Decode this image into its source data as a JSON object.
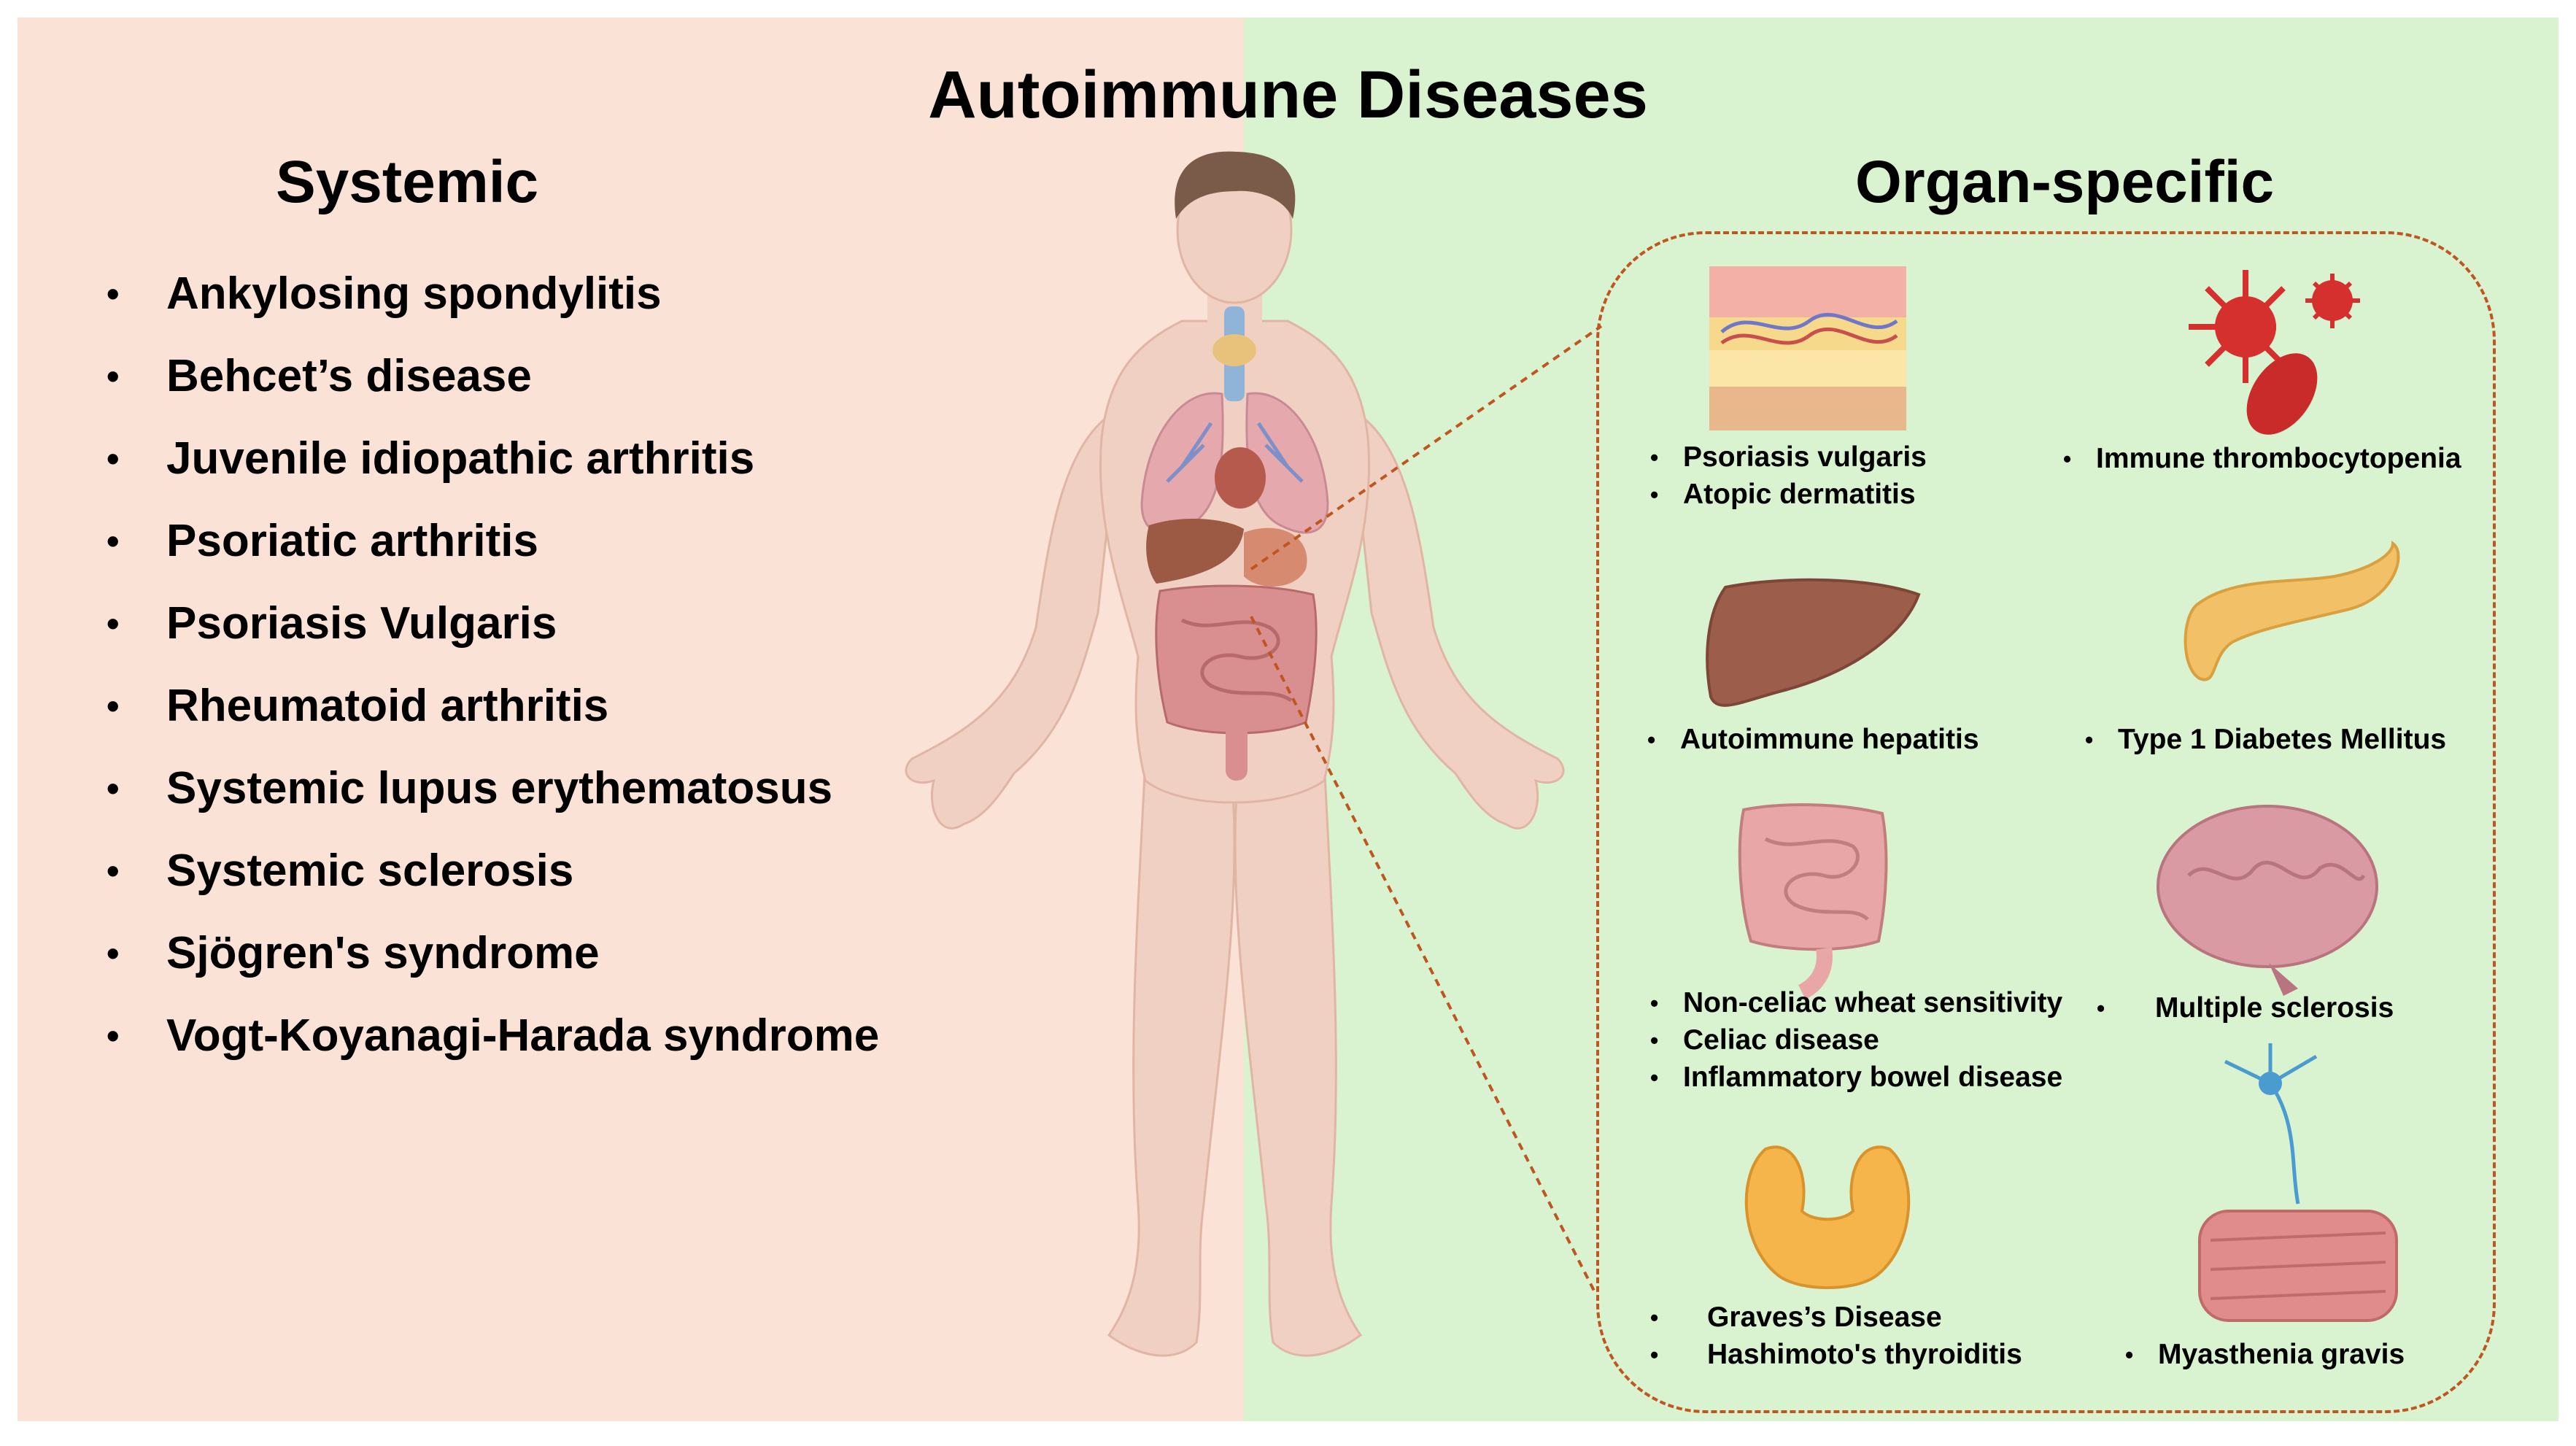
{
  "title": "Autoimmune Diseases",
  "systemic": {
    "heading": "Systemic",
    "items": [
      "Ankylosing spondylitis",
      "Behcet’s disease",
      "Juvenile idiopathic arthritis",
      "Psoriatic arthritis",
      "Psoriasis Vulgaris",
      "Rheumatoid arthritis",
      "Systemic lupus erythematosus",
      "Systemic sclerosis",
      "Sjögren's syndrome",
      "Vogt-Koyanagi-Harada syndrome"
    ]
  },
  "organ_specific": {
    "heading": "Organ-specific",
    "skin": [
      "Psoriasis vulgaris",
      "Atopic dermatitis"
    ],
    "blood": [
      "Immune thrombocytopenia"
    ],
    "liver": [
      "Autoimmune hepatitis"
    ],
    "pancreas": [
      "Type 1 Diabetes Mellitus"
    ],
    "intestine": [
      "Non-celiac wheat sensitivity",
      "Celiac disease",
      "Inflammatory bowel disease"
    ],
    "brain": [
      "Multiple sclerosis"
    ],
    "thyroid": [
      "Graves’s Disease",
      "Hashimoto's thyroiditis"
    ],
    "muscle": [
      "Myasthenia gravis"
    ]
  },
  "icons": [
    "human-body-icon",
    "skin-layers-icon",
    "blood-cells-icon",
    "liver-icon",
    "pancreas-icon",
    "intestine-icon",
    "brain-icon",
    "thyroid-icon",
    "neuromuscular-icon"
  ],
  "colors": {
    "systemic_panel": "#fbe2d6",
    "organ_panel": "#d9f2d0",
    "dashed_outline": "#c0561f"
  }
}
